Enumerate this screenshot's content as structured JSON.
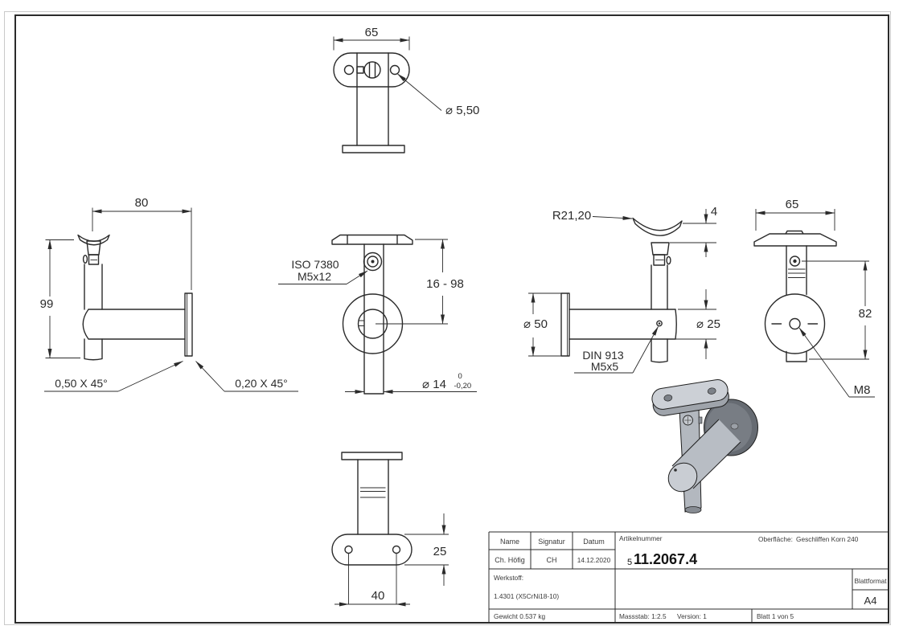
{
  "meta": {
    "line_color": "#2b2b2b",
    "paper_color": "#ffffff",
    "shaded_part_light": "#c9cdd3",
    "shaded_part_mid": "#b3b8bf",
    "shaded_part_dark": "#666b72"
  },
  "views": {
    "top": {
      "width": "65",
      "hole_dia": "⌀ 5,50"
    },
    "side_left": {
      "arm_length": "80",
      "height": "99",
      "chamfer_outer": "0,50 X 45°",
      "chamfer_inner": "0,20 X 45°"
    },
    "front": {
      "screw_standard": "ISO 7380",
      "screw_size": "M5x12",
      "adjust_range": "16 - 98",
      "post_dia": "⌀ 14",
      "post_tol_upper": "0",
      "post_tol_lower": "-0,20"
    },
    "side_right": {
      "saddle_radius": "R21,20",
      "saddle_thickness": "4",
      "plate_dia": "⌀ 50",
      "arm_dia": "⌀ 25",
      "setscrew_standard": "DIN 913",
      "setscrew_size": "M5x5"
    },
    "back": {
      "width": "65",
      "height": "82",
      "wall_thread": "M8"
    },
    "bottom": {
      "plate_depth": "25",
      "hole_spacing": "40"
    }
  },
  "title_block": {
    "name_label": "Name",
    "signatur_label": "Signatur",
    "datum_label": "Datum",
    "name": "Ch. Höfig",
    "signatur": "CH",
    "datum": "14.12.2020",
    "artikelnummer_label": "Artikelnummer",
    "artikel_prefix": "5",
    "artikelnummer": "11.2067.4",
    "oberflaeche_label": "Oberfläche:",
    "oberflaeche": "Geschliffen Korn 240",
    "werkstoff_label": "Werkstoff:",
    "werkstoff": "1.4301 (X5CrNi18-10)",
    "blattformat_label": "Blattformat",
    "blattformat": "A4",
    "gewicht": "Gewicht 0.537 kg",
    "massstab": "Massstab: 1:2.5",
    "version": "Version: 1",
    "blatt": "Blatt 1 von 5"
  }
}
